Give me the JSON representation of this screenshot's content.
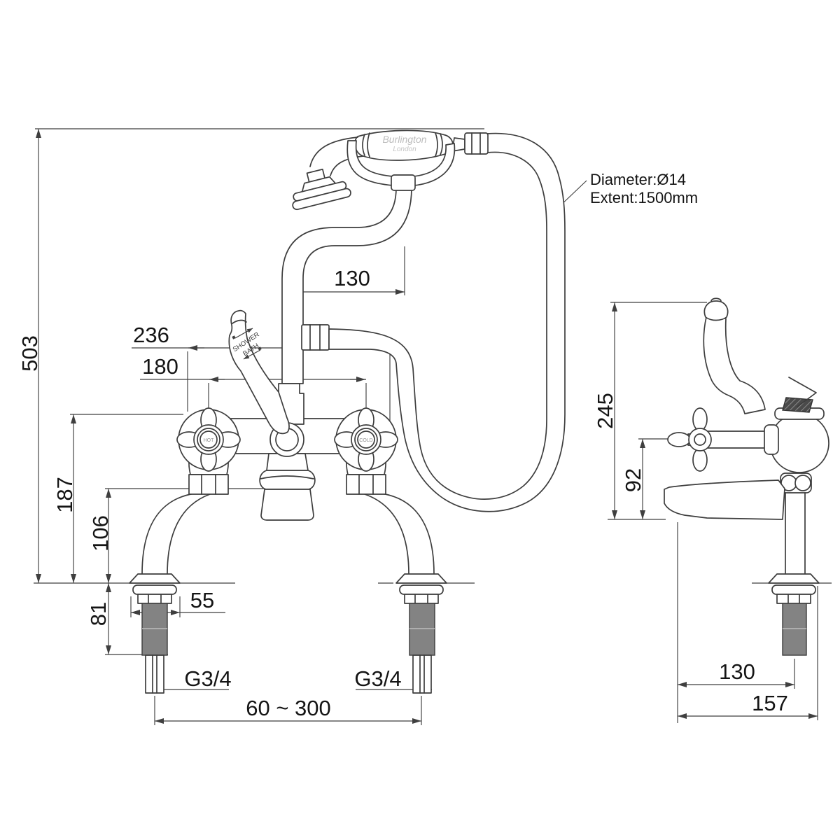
{
  "brand": {
    "name": "Burlington",
    "city": "London"
  },
  "handle_labels": {
    "hot": "HOT",
    "cold": "COLD"
  },
  "diverter": {
    "shower": "SHOWER",
    "bath": "BATH"
  },
  "hose_note": {
    "line1": "Diameter:Ø14",
    "line2": "Extent:1500mm"
  },
  "front": {
    "overall_height": "503",
    "handset_offset": "130",
    "handle_span_outer": "236",
    "handle_centres": "180",
    "body_height": "187",
    "spout_outlet_height": "106",
    "tail_length": "81",
    "flange_diameter": "55",
    "thread_left": "G3/4",
    "thread_right": "G3/4",
    "inlet_centres": "60 ~ 300"
  },
  "side": {
    "overall_height": "245",
    "handle_height": "92",
    "spout_reach": "130",
    "overall_depth": "157"
  }
}
